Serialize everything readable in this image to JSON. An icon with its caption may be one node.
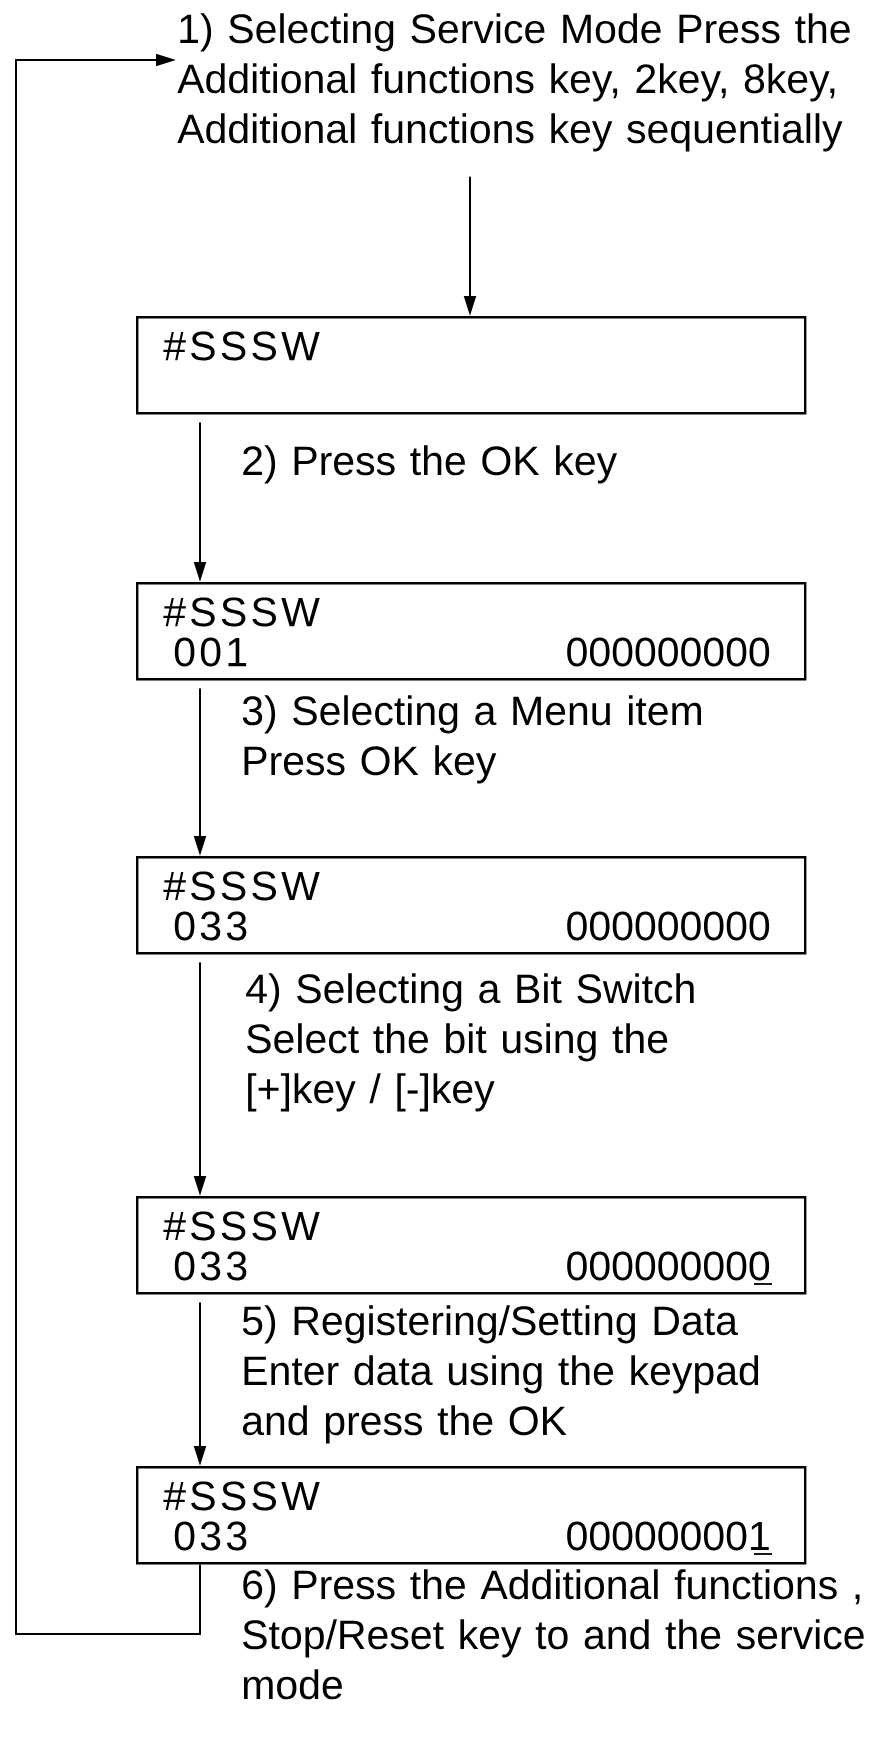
{
  "diagram": {
    "nodes": [
      {
        "text": [
          "1) Selecting Service Mode Press the Additional functions key, 2key, 8key, Additional functions key sequentially"
        ]
      },
      {
        "text": [
          "#SSSW"
        ]
      },
      {
        "text": [
          "#SSSW",
          "001",
          "000000000"
        ]
      },
      {
        "text": [
          "#SSSW",
          "033",
          "000000000"
        ]
      },
      {
        "text": [
          "#SSSW",
          "033",
          "000000000"
        ]
      },
      {
        "text": [
          "#SSSW",
          "033",
          "000000001"
        ]
      }
    ],
    "edges": [
      {
        "from": 0,
        "to": 1,
        "arrow": "to"
      },
      {
        "from": 1,
        "to": 2,
        "arrow": "to",
        "label": "2) Press the OK key"
      },
      {
        "from": 2,
        "to": 3,
        "arrow": "to",
        "label": "3) Selecting a Menu item Press OK key"
      },
      {
        "from": 3,
        "to": 4,
        "arrow": "to",
        "label": "4) Selecting a Bit Switch Select the bit using the [+]key / [-]key"
      },
      {
        "from": 4,
        "to": 5,
        "arrow": "to",
        "label": "5) Registering/Setting Data Enter data using the keypad and press the OK"
      },
      {
        "from": 5,
        "to": 0,
        "arrow": "to",
        "label": "6) Press the Additional functions , Stop/Reset key to and the service mode"
      }
    ]
  }
}
